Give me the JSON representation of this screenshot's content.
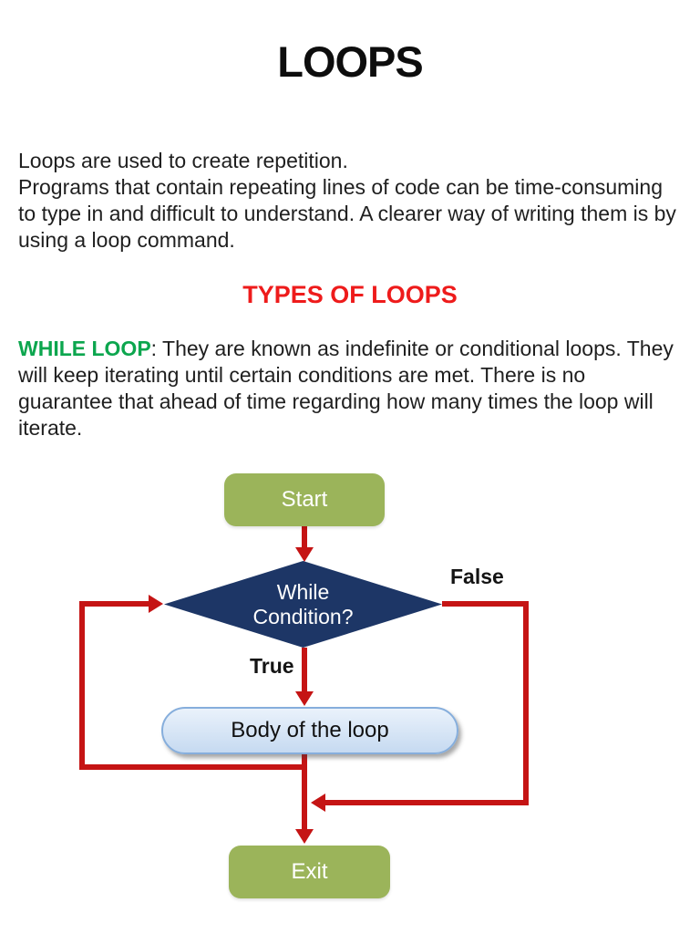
{
  "page": {
    "title": "LOOPS",
    "intro": {
      "line1": "Loops are used to create repetition.",
      "line2": "Programs that contain repeating lines of code can be time-consuming to type in and difficult to understand. A clearer way of writing them is by using a loop command."
    },
    "section_heading": "TYPES OF LOOPS",
    "while_loop": {
      "term": "WHILE LOOP",
      "description": ": They are known as indefinite or conditional loops. They will keep iterating until certain conditions are met. There is no guarantee that ahead of time regarding how many times the loop will iterate."
    }
  },
  "flowchart": {
    "start_label": "Start",
    "condition_line1": "While",
    "condition_line2": "Condition?",
    "false_label": "False",
    "true_label": "True",
    "body_label": "Body of the loop",
    "exit_label": "Exit"
  },
  "colors": {
    "heading_red": "#ee1b1b",
    "term_green": "#0ca64e",
    "box_green": "#9bb45a",
    "diamond_navy": "#1d3666",
    "body_box_fill_top": "#eaf2fb",
    "body_box_fill_bottom": "#c6daf1",
    "body_box_border": "#86aedc",
    "arrow_red": "#c51414"
  }
}
